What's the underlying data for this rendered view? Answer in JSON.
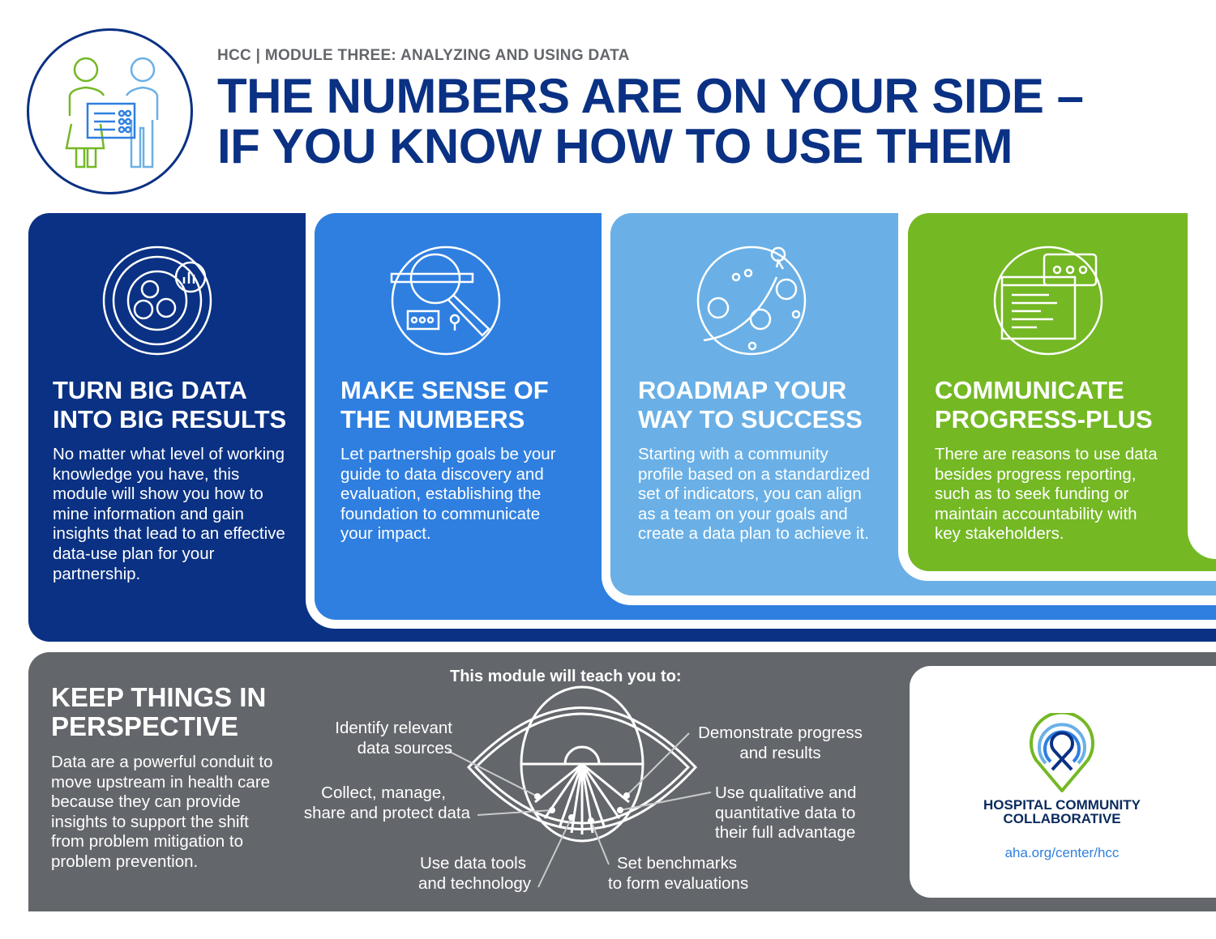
{
  "header": {
    "kicker": "HCC | MODULE THREE: ANALYZING AND USING DATA",
    "title_line1": "THE NUMBERS ARE ON YOUR SIDE –",
    "title_line2": "IF YOU KNOW HOW TO USE THEM",
    "icon": "people-holding-data-board-icon"
  },
  "cards": [
    {
      "title1": "TURN BIG DATA",
      "title2": "INTO BIG RESULTS",
      "body": "No matter what level of working knowledge you have, this module will show you how to mine information and gain insights that lead to an effective data-use plan for your partnership.",
      "color": "#0a3183",
      "icon": "people-data-chart-icon"
    },
    {
      "title1": "MAKE SENSE OF",
      "title2": "THE NUMBERS",
      "body": "Let partnership goals be your guide to data discovery and evaluation, establishing the foundation to communicate your impact.",
      "color": "#2f7fe0",
      "icon": "magnifier-search-icon"
    },
    {
      "title1": "ROADMAP YOUR",
      "title2": "WAY TO SUCCESS",
      "body": "Starting with a community profile based on a standardized set of indicators, you can align as a team on your goals and create a data plan to achieve it.",
      "color": "#6ab0e6",
      "icon": "roadmap-path-icon"
    },
    {
      "title1": "COMMUNICATE",
      "title2": "PROGRESS-PLUS",
      "body": "There are reasons to use data besides progress reporting, such as to seek funding or maintain accountability with key stakeholders.",
      "color": "#74b824",
      "icon": "browser-chat-icon"
    }
  ],
  "perspective": {
    "title1": "KEEP THINGS IN",
    "title2": "PERSPECTIVE",
    "body": "Data are a powerful conduit to move upstream in health care because they can provide insights to support the shift from problem mitigation to problem prevention."
  },
  "teach": {
    "heading": "This module will teach you to:",
    "items": [
      {
        "l1": "Identify relevant",
        "l2": "data sources"
      },
      {
        "l1": "Collect, manage,",
        "l2": "share and protect data"
      },
      {
        "l1": "Use data tools",
        "l2": "and technology"
      },
      {
        "l1": "Set benchmarks",
        "l2": "to form evaluations"
      },
      {
        "l1": "Use qualitative and",
        "l2": "quantitative data to",
        "l3": "their full advantage"
      },
      {
        "l1": "Demonstrate progress",
        "l2": "and results"
      }
    ]
  },
  "logo": {
    "org_line1": "HOSPITAL COMMUNITY",
    "org_line2": "COLLABORATIVE",
    "url": "aha.org/center/hcc"
  }
}
